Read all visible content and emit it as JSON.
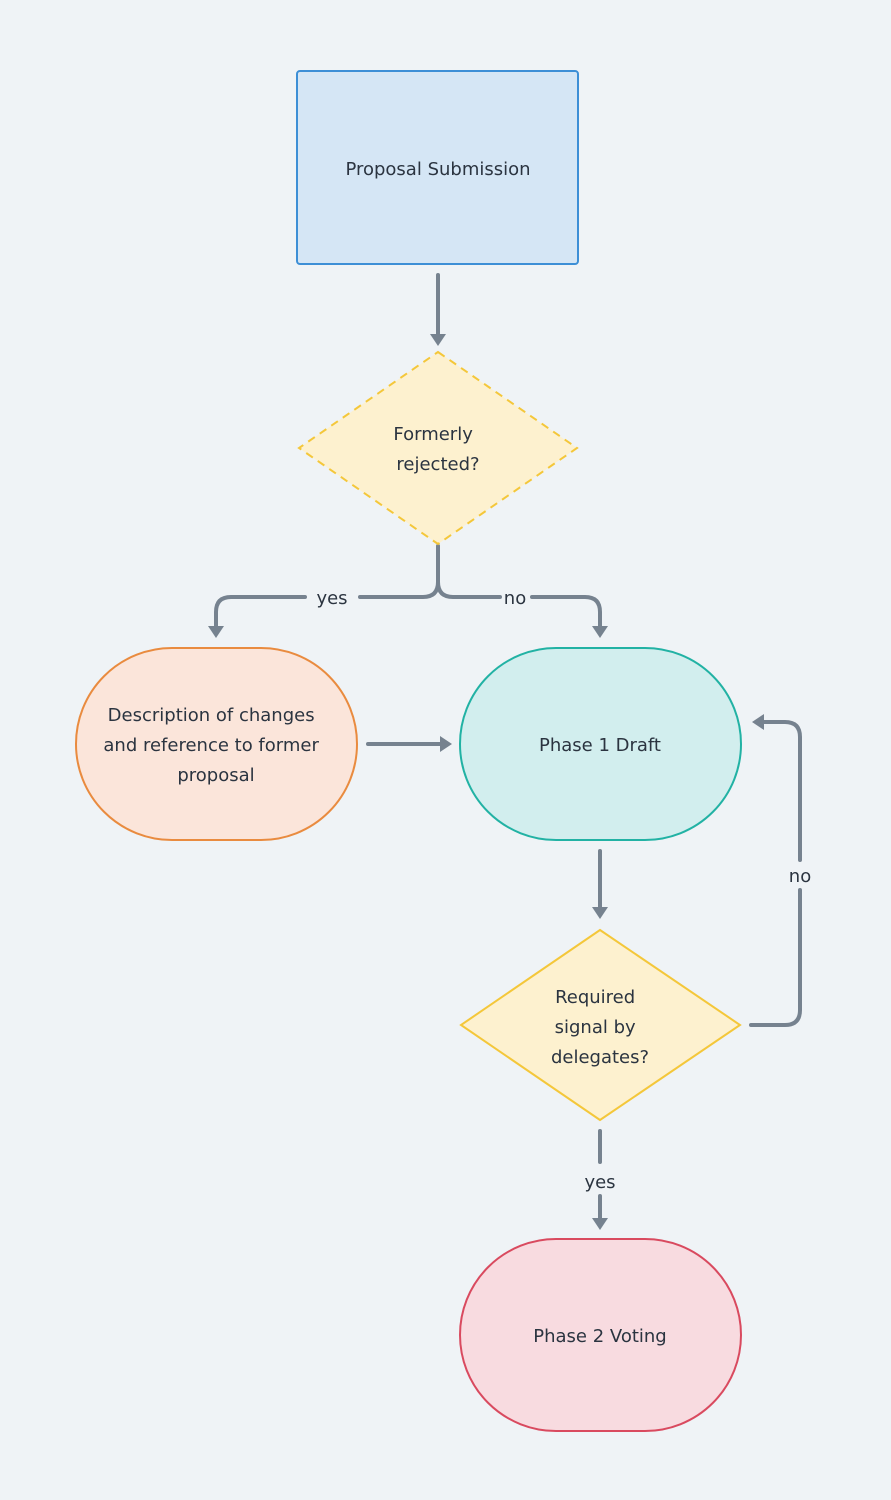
{
  "colors": {
    "background": "#eff3f6",
    "edge": "#76828f",
    "text": "#2b3440",
    "submission_fill": "#d5e6f5",
    "submission_stroke": "#3d8fd6",
    "rejected_fill": "#fdf1cf",
    "rejected_stroke": "#f4c73a",
    "description_fill": "#fbe5da",
    "description_stroke": "#e98b3f",
    "draft_fill": "#d2eeee",
    "draft_stroke": "#22b2a4",
    "signal_fill": "#fdf1cf",
    "signal_stroke": "#f4c73a",
    "voting_fill": "#f8dbe0",
    "voting_stroke": "#d94a5f"
  },
  "nodes": {
    "proposal_submission": {
      "lines": [
        "Proposal Submission"
      ]
    },
    "formerly_rejected": {
      "lines": [
        "Formerly",
        "rejected?"
      ]
    },
    "description_of_changes": {
      "lines": [
        "Description of changes",
        "and reference to former",
        "proposal"
      ]
    },
    "phase1_draft": {
      "lines": [
        "Phase 1 Draft"
      ]
    },
    "required_signal": {
      "lines": [
        "Required",
        "signal by",
        "delegates?"
      ]
    },
    "phase2_voting": {
      "lines": [
        "Phase 2 Voting"
      ]
    }
  },
  "edges": {
    "rejected_yes": "yes",
    "rejected_no": "no",
    "signal_no": "no",
    "signal_yes": "yes"
  }
}
